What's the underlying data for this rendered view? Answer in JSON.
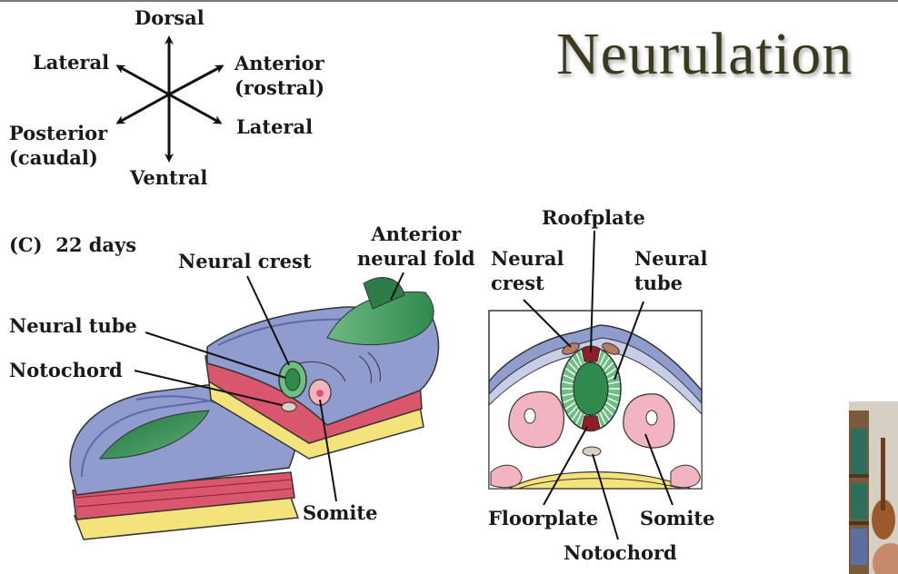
{
  "slide": {
    "title": "Neurulation"
  },
  "compass": {
    "dorsal": "Dorsal",
    "ventral": "Ventral",
    "lateral_left": "Lateral",
    "lateral_right": "Lateral",
    "anterior_line1": "Anterior",
    "anterior_line2": "(rostral)",
    "posterior_line1": "Posterior",
    "posterior_line2": "(caudal)"
  },
  "panel": {
    "letter": "(C)",
    "stage": "22 days"
  },
  "embryo_labels": {
    "neural_crest": "Neural crest",
    "anterior_fold_line1": "Anterior",
    "anterior_fold_line2": "neural fold",
    "neural_tube": "Neural tube",
    "notochord": "Notochord",
    "somite": "Somite"
  },
  "section_labels": {
    "roofplate": "Roofplate",
    "neural_crest_line1": "Neural",
    "neural_crest_line2": "crest",
    "neural_tube_line1": "Neural",
    "neural_tube_line2": "tube",
    "floorplate": "Floorplate",
    "somite": "Somite",
    "notochord": "Notochord"
  },
  "colors": {
    "ectoderm": "#8f9ccd",
    "ectoderm_dark": "#5d6aa8",
    "neural_plate": "#2f8a4e",
    "neural_tube": "#6fbf84",
    "mesoderm": "#d9566c",
    "somite": "#f2b4c0",
    "endoderm": "#f3e37a",
    "neural_crest": "#b77a63",
    "floorplate": "#8e1f2a",
    "title": "#3b3a1f"
  }
}
